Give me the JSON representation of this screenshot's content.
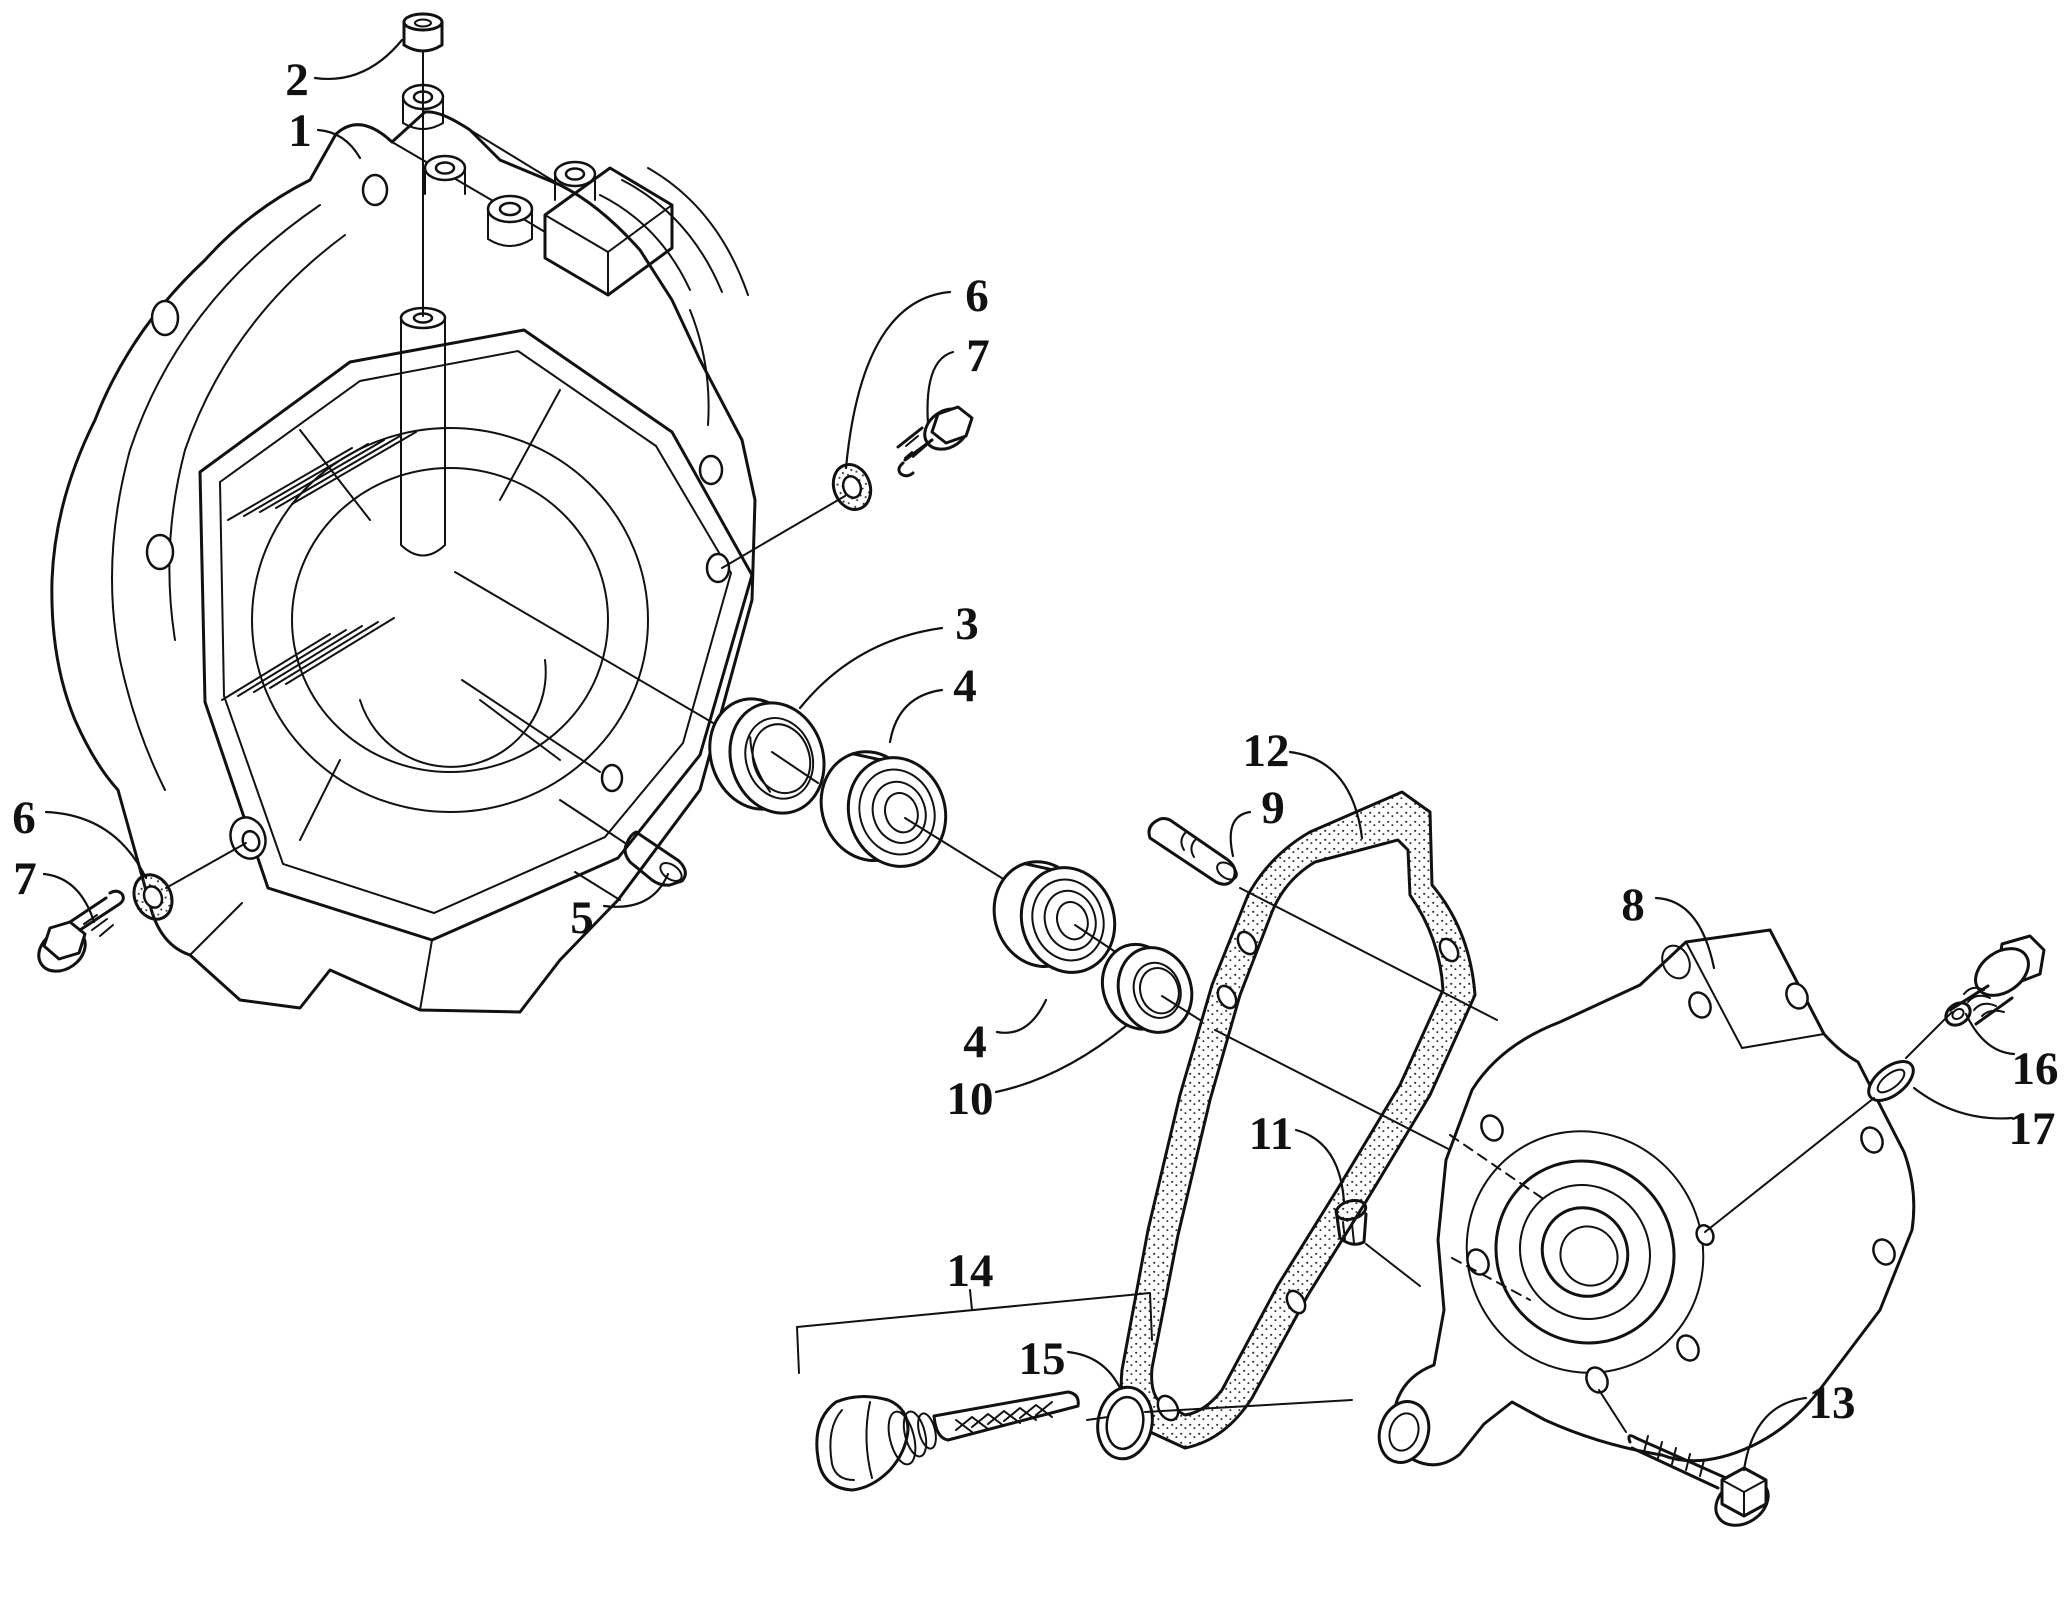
{
  "figure": {
    "background_color": "#ffffff",
    "ink_color": "#111111",
    "description_numbers_total": 17
  },
  "callouts": {
    "c1": "1",
    "c2": "2",
    "c3": "3",
    "c4": "4",
    "c5": "5",
    "c6": "6",
    "c7": "7",
    "c8": "8",
    "c9": "9",
    "c10": "10",
    "c11": "11",
    "c12": "12",
    "c13": "13",
    "c14": "14",
    "c15": "15",
    "c16": "16",
    "c17": "17"
  }
}
